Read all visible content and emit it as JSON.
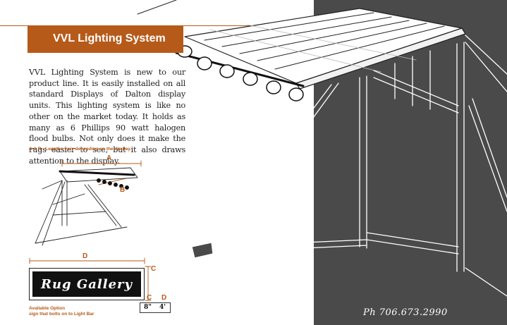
{
  "section": {
    "title": "VVL Lighting System",
    "body": "VVL Lighting System is new to our product line. It is easily installed on all standard Displays of Dalton display units. This lighting system is like no other on the market today. It holds as many as 6 Phillips 90 watt halogen flood bulbs. Not only does it make the rugs easier to see, but it also draws attention to the display."
  },
  "diagram": {
    "caption": "A & B - Lengths vary depending on the display.",
    "label_a": "A",
    "label_b": "B",
    "label_c": "C",
    "label_d": "D"
  },
  "sign_option": {
    "sign_text": "Rug Gallery",
    "caption_line1": "Available Option",
    "caption_line2": "sign that bolts on to Light Bar",
    "header_c": "C",
    "header_d": "D",
    "value_c": "8\"",
    "value_d": "4'"
  },
  "footer": {
    "phone": "Ph  706.673.2990"
  },
  "colors": {
    "accent": "#b65a1a",
    "dark_panel": "#4a4a4a"
  }
}
